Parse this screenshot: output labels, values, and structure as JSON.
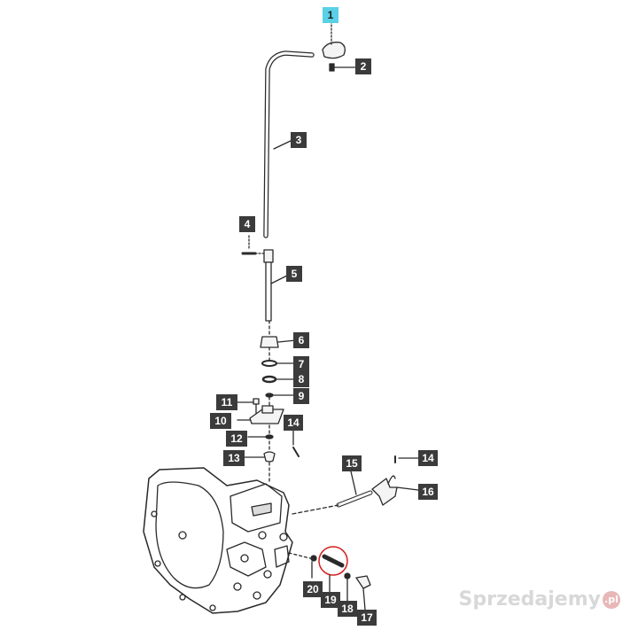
{
  "callouts": [
    {
      "n": "1",
      "highlight": true
    },
    {
      "n": "2"
    },
    {
      "n": "3"
    },
    {
      "n": "4"
    },
    {
      "n": "5"
    },
    {
      "n": "6"
    },
    {
      "n": "7"
    },
    {
      "n": "8"
    },
    {
      "n": "9"
    },
    {
      "n": "10"
    },
    {
      "n": "11"
    },
    {
      "n": "12"
    },
    {
      "n": "13"
    },
    {
      "n": "14"
    },
    {
      "n": "14b",
      "text": "14"
    },
    {
      "n": "15"
    },
    {
      "n": "16"
    },
    {
      "n": "17"
    },
    {
      "n": "18"
    },
    {
      "n": "19"
    },
    {
      "n": "20"
    }
  ],
  "labels": {
    "c1": "1",
    "c2": "2",
    "c3": "3",
    "c4": "4",
    "c5": "5",
    "c6": "6",
    "c7": "7",
    "c8": "8",
    "c9": "9",
    "c10": "10",
    "c11": "11",
    "c12": "12",
    "c13": "13",
    "c14a": "14",
    "c14b": "14",
    "c15": "15",
    "c16": "16",
    "c17": "17",
    "c18": "18",
    "c19": "19",
    "c20": "20"
  },
  "watermark": {
    "text": "Sprzedajemy",
    "suffix": ".pl"
  },
  "colors": {
    "line": "#2a2a2a",
    "callout_bg": "#3b3b3b",
    "highlight": "#5ad0e6"
  }
}
